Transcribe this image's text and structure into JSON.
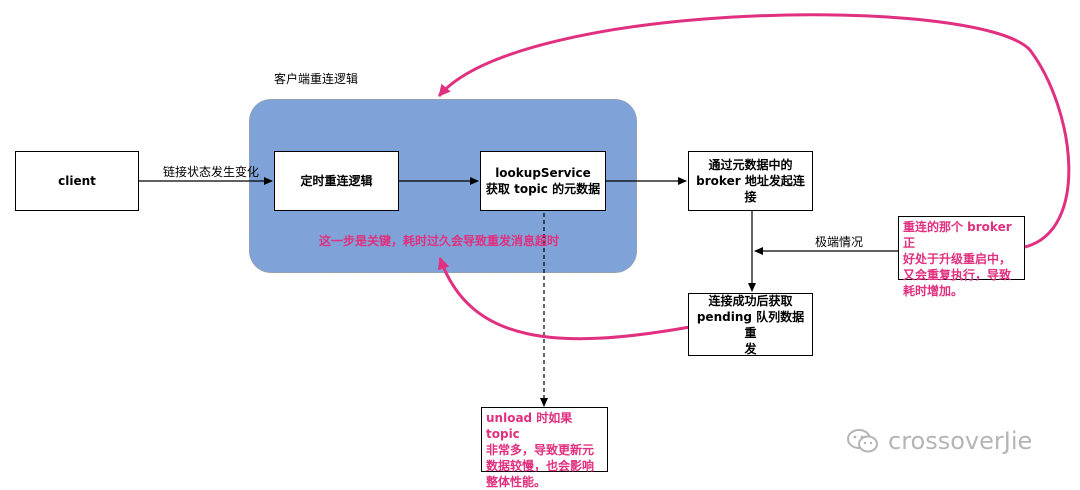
{
  "group": {
    "title": "客户端重连逻辑",
    "key_note": "这一步是关键，耗时过久会导致重发消息超时"
  },
  "nodes": {
    "client": "client",
    "timer": "定时重连逻辑",
    "lookup_line1": "lookupService",
    "lookup_line2": "获取 topic 的元数据",
    "broker_line1": "通过元数据中的",
    "broker_line2": "broker 地址发起连接",
    "pending_line1": "连接成功后获取",
    "pending_line2": "pending 队列数据重",
    "pending_line3": "发"
  },
  "edges": {
    "client_to_timer": "链接状态发生变化",
    "edge_case": "极端情况"
  },
  "notes": {
    "restart": [
      "重连的那个 broker 正",
      "好处于升级重启中，",
      "又会重复执行，导致",
      "耗时增加。"
    ],
    "unload": [
      "unload 时如果 topic",
      "非常多，导致更新元",
      "数据较慢，也会影响",
      "整体性能。"
    ]
  },
  "watermark": "crossoverJie",
  "colors": {
    "group_fill": "#7fa3d8",
    "accent": "#e0307f",
    "watermark": "#b5b5b5"
  }
}
